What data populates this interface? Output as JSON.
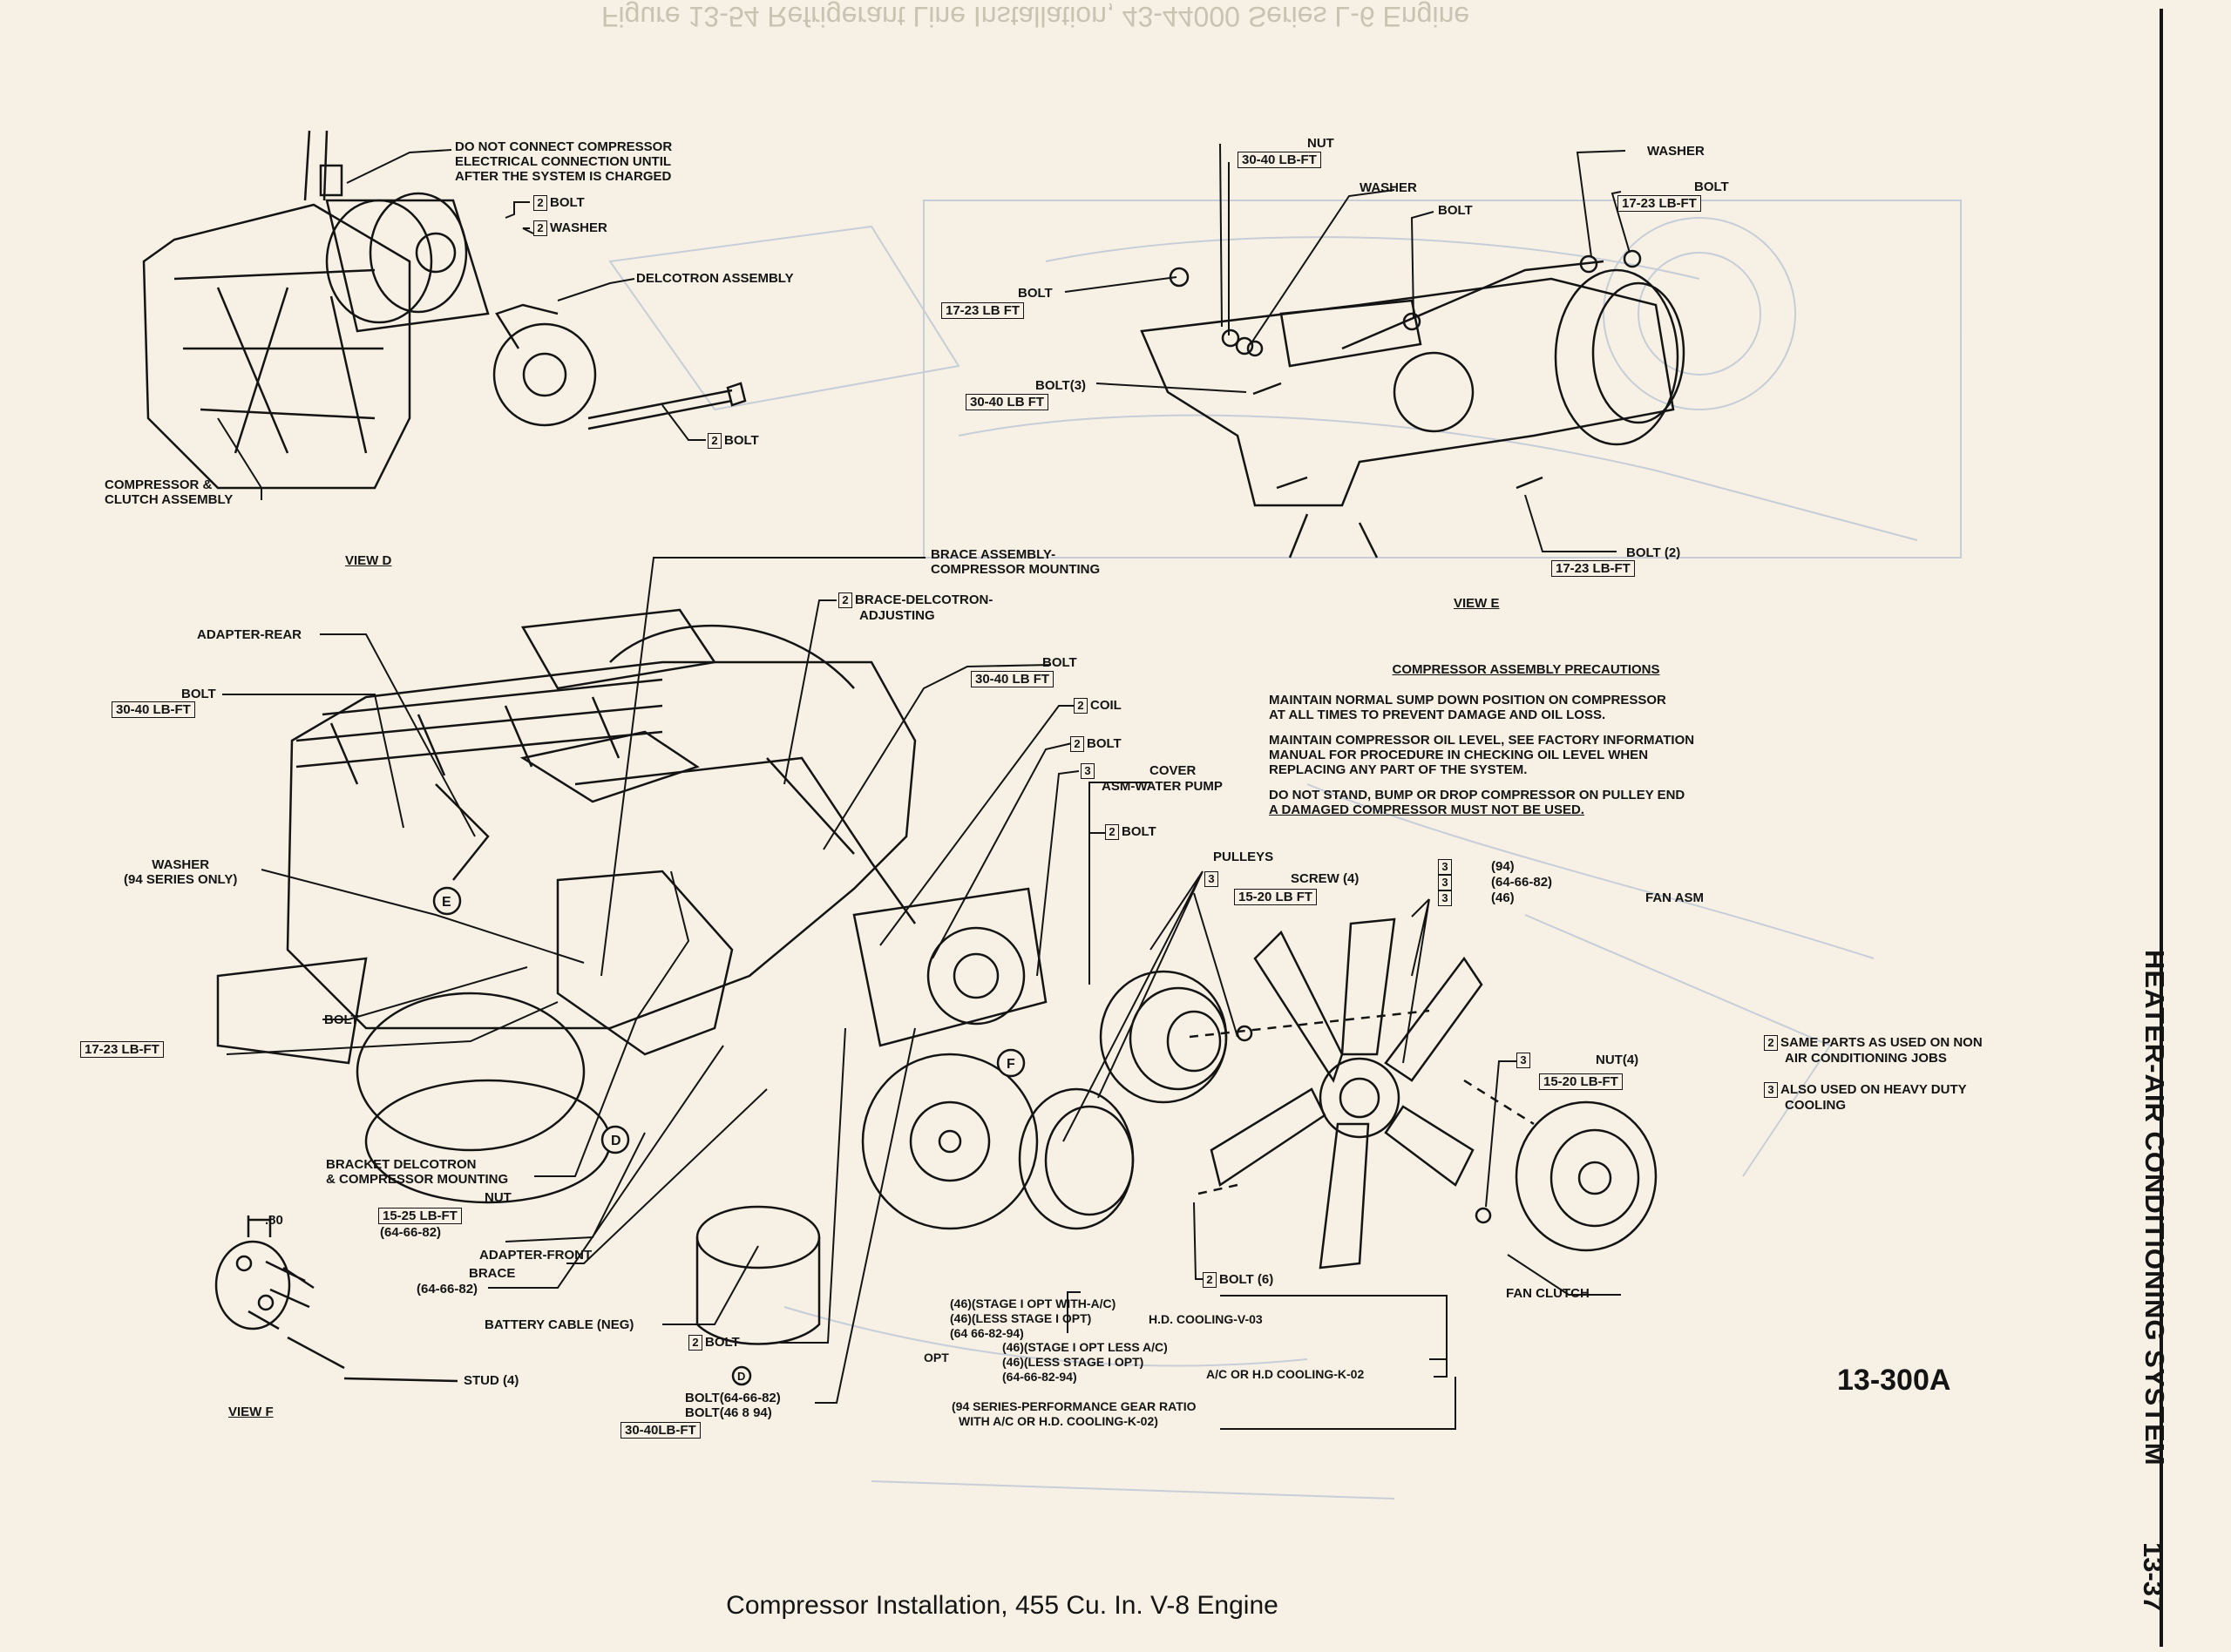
{
  "ghost_text": "Figure 13-54 Refrigerant Line Installation, 43-44000 Series L-6 Engine",
  "sidebar_title": "HEATER-AIR CONDITIONING SYSTEM",
  "page_number": "13-37",
  "figure_id": "13-300A",
  "caption": "Compressor Installation, 455 Cu. In. V-8 Engine",
  "view_d": {
    "title": "VIEW D",
    "do_not_connect": [
      "DO NOT CONNECT COMPRESSOR",
      "ELECTRICAL CONNECTION UNTIL",
      "AFTER THE SYSTEM IS CHARGED"
    ],
    "bolt_top": "BOLT",
    "washer": "WASHER",
    "delcotron": "DELCOTRON ASSEMBLY",
    "bolt_bottom": "BOLT",
    "compressor_clutch": [
      "COMPRESSOR &",
      "CLUTCH ASSEMBLY"
    ]
  },
  "view_e": {
    "title": "VIEW E",
    "nut": "NUT",
    "nut_torque": "30-40 LB-FT",
    "washer_center": "WASHER",
    "bolt_center": "BOLT",
    "washer_right": "WASHER",
    "bolt_right": "BOLT",
    "bolt_right_torque": "17-23 LB-FT",
    "bolt_left": "BOLT",
    "bolt_left_torque": "17-23 LB FT",
    "bolt3": "BOLT(3)",
    "bolt3_torque": "30-40 LB FT",
    "bolt2": "BOLT (2)",
    "bolt2_torque": "17-23 LB-FT"
  },
  "precautions": {
    "title": "COMPRESSOR ASSEMBLY PRECAUTIONS",
    "p1": [
      "MAINTAIN NORMAL SUMP DOWN POSITION ON COMPRESSOR",
      "AT ALL TIMES TO PREVENT DAMAGE AND OIL LOSS."
    ],
    "p2": [
      "MAINTAIN COMPRESSOR OIL LEVEL, SEE FACTORY INFORMATION",
      "MANUAL FOR PROCEDURE IN CHECKING OIL LEVEL WHEN",
      "REPLACING ANY PART OF THE SYSTEM."
    ],
    "p3_line1": "DO NOT STAND, BUMP OR DROP COMPRESSOR ON PULLEY END",
    "p3_line2": "A DAMAGED COMPRESSOR MUST NOT BE USED."
  },
  "main_labels": {
    "brace_assembly": [
      "BRACE ASSEMBLY-",
      "COMPRESSOR MOUNTING"
    ],
    "brace_delcotron": [
      "BRACE-DELCOTRON-",
      "ADJUSTING"
    ],
    "adapter_rear": "ADAPTER-REAR",
    "bolt_left": "BOLT",
    "bolt_left_torque": "30-40 LB-FT",
    "bolt_center": "BOLT",
    "bolt_center_torque": "30-40 LB FT",
    "coil": "COIL",
    "bolt_a": "BOLT",
    "cover": [
      "COVER",
      "ASM-WATER PUMP"
    ],
    "bolt_b": "BOLT",
    "washer_94": [
      "WASHER",
      "(94 SERIES ONLY)"
    ],
    "bolt_lower": "BOLT",
    "bolt_lower_torque": "17-23 LB-FT",
    "pulleys": "PULLEYS",
    "screw4": "SCREW (4)",
    "screw_torque": "15-20 LB FT",
    "fan_94": "(94)",
    "fan_64": "(64-66-82)",
    "fan_46": "(46)",
    "fan_asm": "FAN ASM",
    "nut4": "NUT(4)",
    "nut4_torque": "15-20 LB-FT",
    "bracket_delcotron": [
      "BRACKET DELCOTRON",
      "& COMPRESSOR MOUNTING"
    ],
    "nut": "NUT",
    "nut_torque": "15-25 LB-FT",
    "nut_models": "(64-66-82)",
    "adapter_front": "ADAPTER-FRONT",
    "brace": "BRACE",
    "brace_models": "(64-66-82)",
    "battery_cable": "BATTERY CABLE (NEG)",
    "bolt2": "BOLT",
    "bolt_6482": "BOLT(64-66-82)",
    "bolt_46894": "BOLT(46 8 94)",
    "bolt_bottom_torque": "30-40LB-FT",
    "bolt6": "BOLT (6)",
    "fan_clutch": "FAN CLUTCH",
    "notes_a": [
      "(46)(STAGE I OPT WITH-A/C)",
      "(46)(LESS STAGE I OPT)",
      "(64 66-82-94)"
    ],
    "hd_cooling_v03": "H.D. COOLING-V-03",
    "opt": "OPT",
    "notes_b": [
      "(46)(STAGE I OPT LESS A/C)",
      "(46)(LESS STAGE I OPT)",
      "(64-66-82-94)"
    ],
    "ac_hd_k02": "A/C OR H.D COOLING-K-02",
    "notes_c": [
      "(94 SERIES-PERFORMANCE GEAR RATIO",
      "WITH A/C OR H.D. COOLING-K-02)"
    ],
    "dim_80": ".80",
    "stud4": "STUD (4)",
    "view_f": "VIEW F",
    "view_d_small": "D"
  },
  "legend": {
    "n2": "2",
    "n3": "3",
    "note2": [
      "SAME PARTS AS USED ON NON",
      "AIR CONDITIONING JOBS"
    ],
    "note3": [
      "ALSO USED ON HEAVY DUTY",
      "COOLING"
    ]
  }
}
